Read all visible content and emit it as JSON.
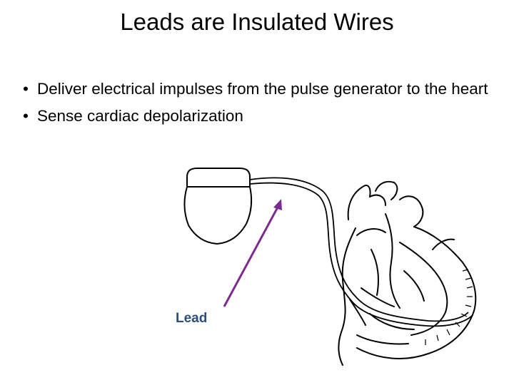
{
  "slide": {
    "title": "Leads are Insulated Wires",
    "bullets": [
      "Deliver electrical impulses from the pulse generator to the heart",
      "Sense cardiac depolarization"
    ],
    "bullet_glyph": "•"
  },
  "figure": {
    "lead_label": "Lead",
    "arrow_color": "#7b2d8e",
    "label_color": "#2a4f7f",
    "icons": [
      "pulse-generator-icon",
      "lead-wire-icon",
      "heart-icon",
      "arrow-icon"
    ]
  }
}
